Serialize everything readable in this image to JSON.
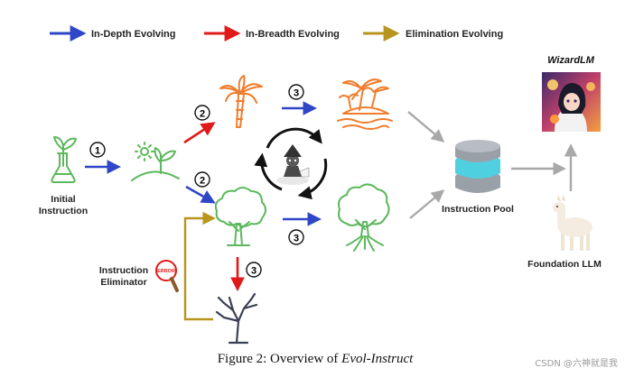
{
  "legend": {
    "in_depth": {
      "label": "In-Depth Evolving",
      "color": "#2f46c8"
    },
    "in_breadth": {
      "label": "In-Breadth Evolving",
      "color": "#e01919"
    },
    "elimination": {
      "label": "Elimination Evolving",
      "color": "#b8951e"
    }
  },
  "nodes": {
    "initial_instruction": [
      "Initial",
      "Instruction"
    ],
    "instruction_pool": "Instruction Pool",
    "foundation_llm": "Foundation LLM",
    "wizardlm": "WizardLM",
    "instruction_eliminator": [
      "Instruction",
      "Eliminator"
    ],
    "error_badge": "ERROR"
  },
  "steps": {
    "one": "①",
    "two": "②",
    "three": "③"
  },
  "caption": {
    "prefix": "Figure 2: Overview of ",
    "emphasis": "Evol-Instruct"
  },
  "watermark": "CSDN @六神就是我",
  "colors": {
    "green": "#5cb85c",
    "orange": "#f07c2c",
    "gray_arrow": "#a8a8a8",
    "pool_teal": "#4fd0e0",
    "dead_tree": "#3a3f52"
  }
}
